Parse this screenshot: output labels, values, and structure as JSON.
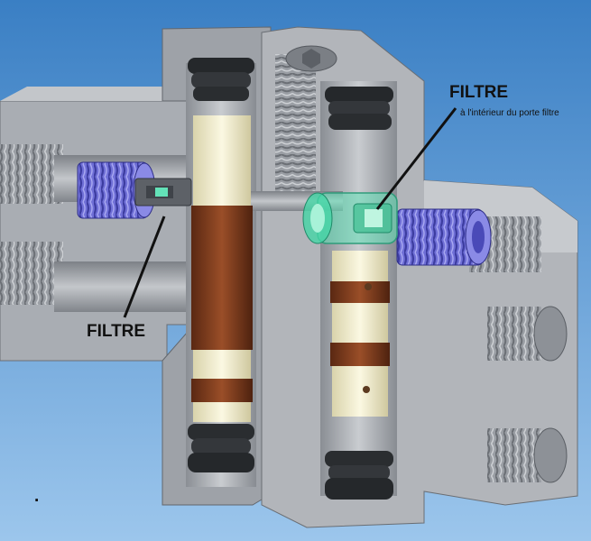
{
  "labels": {
    "filter_top": "FILTRE",
    "filter_top_note": "à l'intérieur du porte filtre",
    "filter_left": "FILTRE",
    "dot": "."
  },
  "colors": {
    "background_top": "#3a7fc4",
    "background_bottom": "#9cc6ec",
    "body_metal": "#a9adb3",
    "body_dark": "#8d9197",
    "seal": "#2a2d30",
    "spool_cream": "#f1edcc",
    "spool_brown": "#7a3a1c",
    "fitting_blue": "#6f6fd6",
    "filter_green": "#63e2b8",
    "leader_line": "#111111"
  }
}
